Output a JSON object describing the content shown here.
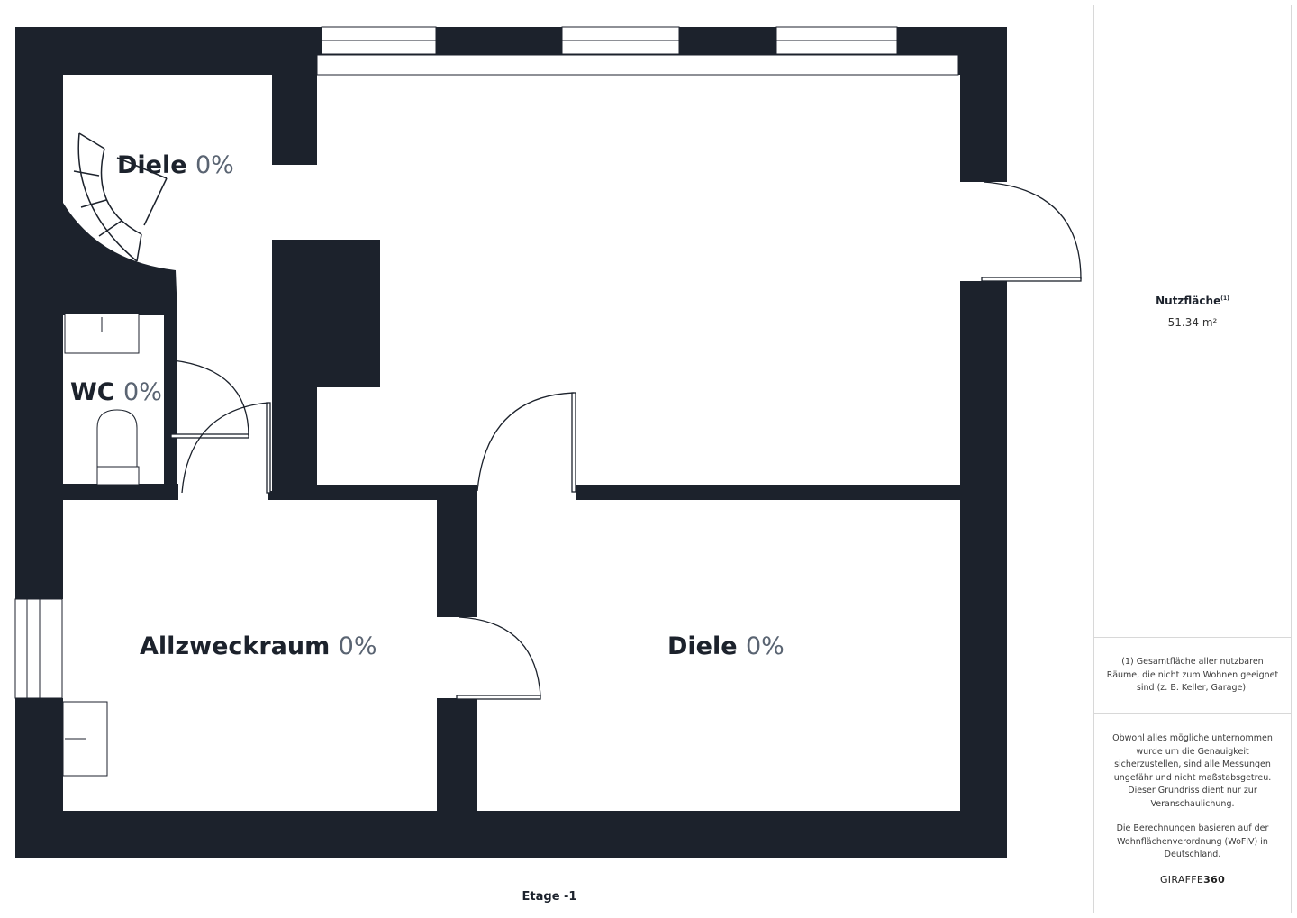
{
  "rooms": {
    "diele_top": {
      "name": "Diele",
      "pct": "0%"
    },
    "wc": {
      "name": "WC",
      "pct": "0%"
    },
    "allzweckraum": {
      "name": "Allzweckraum",
      "pct": "0%"
    },
    "diele_bottom": {
      "name": "Diele",
      "pct": "0%"
    }
  },
  "floor_label": "Etage -1",
  "side": {
    "area_title": "Nutzfläche",
    "area_footnote_mark": "(1)",
    "area_value": "51.34 m²",
    "footnote": "(1) Gesamtfläche aller nutzbaren Räume, die nicht zum Wohnen geeignet sind (z. B. Keller, Garage).",
    "disclaimer": "Obwohl alles mögliche unternommen wurde um die Genauigkeit sicherzustellen, sind alle Messungen ungefähr und nicht maßstabsgetreu. Dieser Grundriss dient nur zur Veranschaulichung.",
    "calc_note": "Die Berechnungen basieren auf der Wohnflächenverordnung (WoFlV) in Deutschland.",
    "brand_prefix": "GIRAFFE",
    "brand_suffix": "360"
  },
  "colors": {
    "wall": "#1c222c",
    "background": "#ffffff"
  }
}
